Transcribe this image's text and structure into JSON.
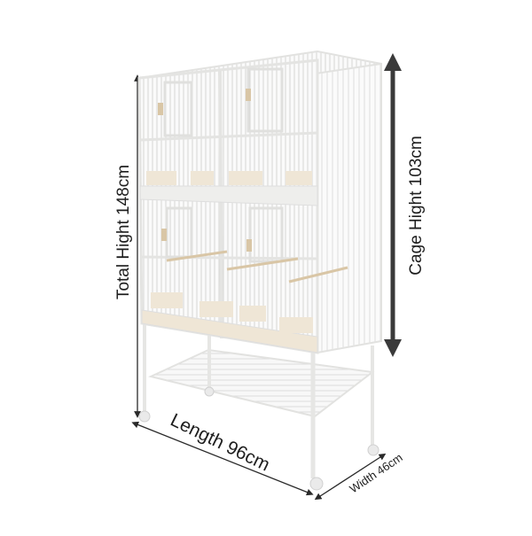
{
  "product": "bird breeding cage on rolling stand",
  "dimensions": {
    "total_height": "Total Hight 148cm",
    "cage_height": "Cage Hight 103cm",
    "length": "Length 96cm",
    "width": "Width 46cm"
  },
  "colors": {
    "cage_frame": "#e9e8e4",
    "cage_wire": "#dcdcda",
    "accent_tray": "#efe6d6",
    "perch": "#d9c6a6",
    "arrow": "#2a2a2a",
    "background": "#ffffff"
  }
}
